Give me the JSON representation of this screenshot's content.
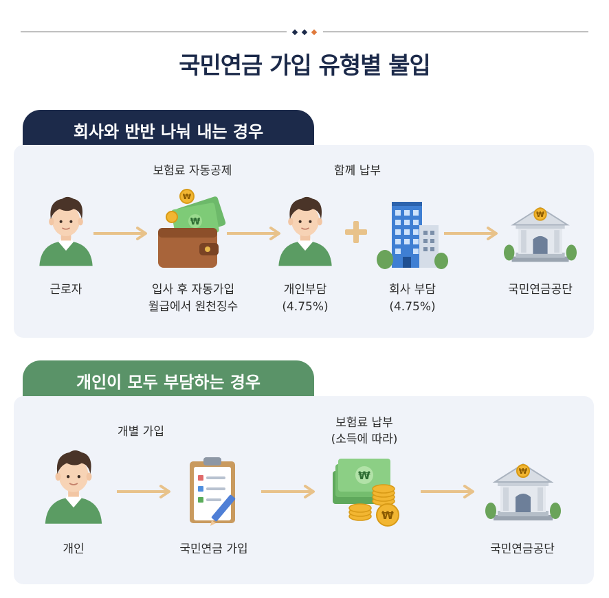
{
  "title": "국민연금 가입 유형별 불입",
  "colors": {
    "navy": "#1c2a4a",
    "green": "#5a9368",
    "panel": "#f0f3f9",
    "arrow": "#e8c28a",
    "accent_orange": "#e07a3c"
  },
  "section1": {
    "tab": "회사와 반반 나눠 내는 경우",
    "top_labels": {
      "auto_deduction": "보험료 자동공제",
      "pay_together": "함께 납부"
    },
    "steps": {
      "worker": "근로자",
      "auto_join_line1": "입사 후 자동가입",
      "auto_join_line2": "월급에서 원천징수",
      "personal_line1": "개인부담",
      "personal_line2": "(4.75%)",
      "company_line1": "회사 부담",
      "company_line2": "(4.75%)",
      "nps": "국민연금공단"
    },
    "icons": [
      "worker-icon",
      "wallet-money-icon",
      "worker-icon",
      "plus-icon",
      "company-building-icon",
      "nps-building-icon"
    ]
  },
  "section2": {
    "tab": "개인이 모두 부담하는 경우",
    "top_labels": {
      "individual_join": "개별 가입",
      "premium_line1": "보험료 납부",
      "premium_line2": "(소득에 따라)"
    },
    "steps": {
      "individual": "개인",
      "join": "국민연금 가입",
      "nps": "국민연금공단"
    },
    "icons": [
      "person-icon",
      "clipboard-icon",
      "money-coins-icon",
      "nps-building-icon"
    ]
  }
}
